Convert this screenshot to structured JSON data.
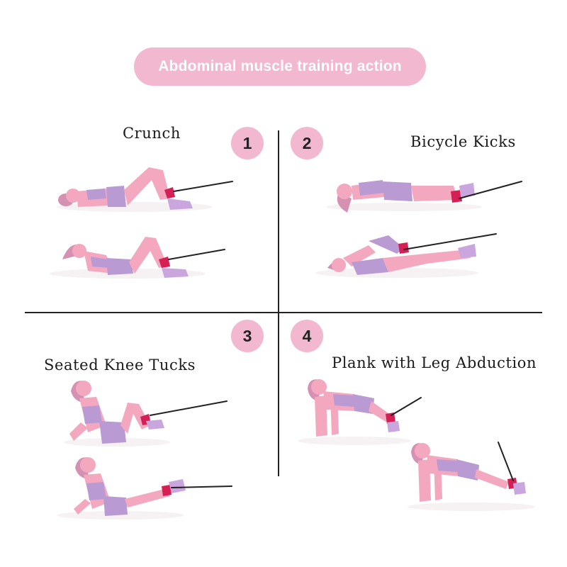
{
  "title": "Abdominal muscle training action",
  "exercises": [
    {
      "number": "1",
      "label": "Crunch"
    },
    {
      "number": "2",
      "label": "Bicycle Kicks"
    },
    {
      "number": "3",
      "label": "Seated Knee Tucks"
    },
    {
      "number": "4",
      "label": "Plank with Leg Abduction"
    }
  ],
  "colors": {
    "accent_pink": "#f2b8cf",
    "skin": "#f3a8bf",
    "hair": "#d591b1",
    "outfit": "#b99ad3",
    "band": "#d61f55",
    "line": "#222222"
  }
}
